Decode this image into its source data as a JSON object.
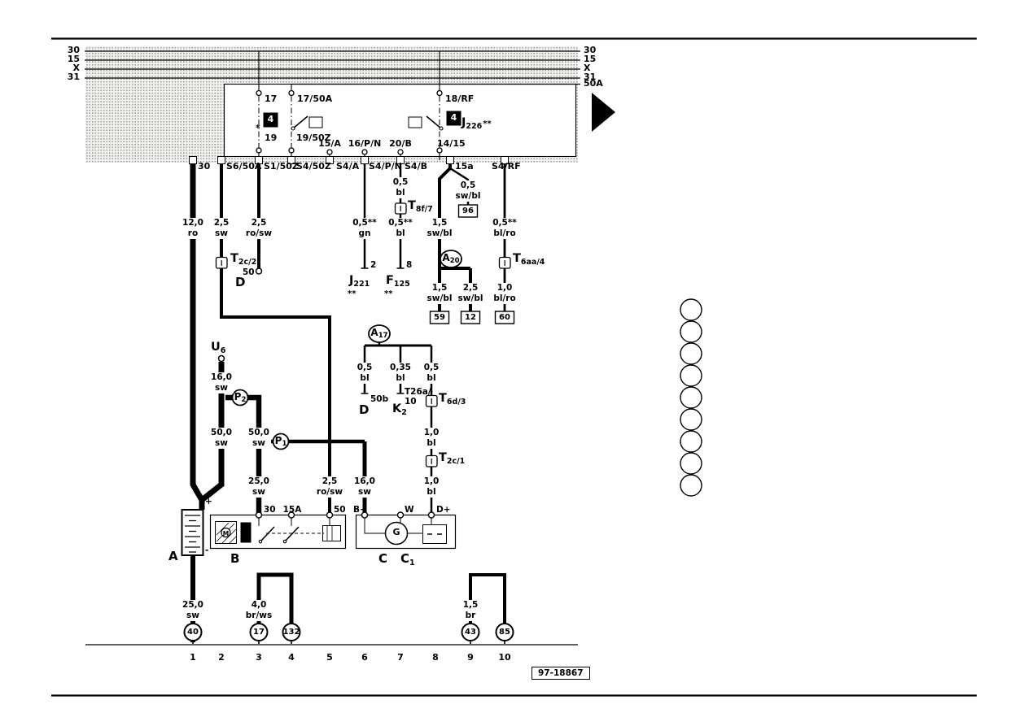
{
  "header": {
    "drawing_number": "97-18867"
  },
  "colors": {
    "ink": "#000000",
    "paper": "#ffffff"
  },
  "bus_left": [
    "30",
    "15",
    "X",
    "31"
  ],
  "bus_right": [
    "30",
    "15",
    "X",
    "31",
    "50A"
  ],
  "relay": {
    "t17": "17",
    "t17_50a": "17/50A",
    "t19": "19",
    "t19_50z": "19/50Z",
    "star": "*",
    "pos1": "4",
    "pos2": "4",
    "t15a": "15/A",
    "t16pn": "16/P/N",
    "t20b": "20/B",
    "t18rf": "18/RF",
    "t14_15": "14/15",
    "j226_main": "J",
    "j226_sub": "226",
    "j226_suffix": "**"
  },
  "terminals": [
    "30",
    "S6/50A",
    "S1/50Z",
    "S4/50Z",
    "S4/A",
    "S4/P/N",
    "S4/B",
    "15a",
    "S4/RF"
  ],
  "wire_labels": {
    "batt_feed": "12,0\nro",
    "s6_out": "2,5\nsw",
    "s1_out": "2,5\nro/sw",
    "j221_wire": "0,5**\ngn",
    "t8f_in": "0,5\nbl",
    "f125_wire": "0,5**\nbl",
    "conn96_wire": "0,5\nsw/bl",
    "a20_in": "1,5\nsw/bl",
    "conn59_wire": "1,5\nsw/bl",
    "conn12_wire": "2,5\nsw/bl",
    "t6aa_in": "0,5**\nbl/ro",
    "conn60_wire": "1,0\nbl/ro",
    "u6_out": "16,0\nsw",
    "batt_main": "50,0\nsw",
    "starter_feed_upper": "50,0\nsw",
    "starter_feed_lower": "25,0\nsw",
    "starter_50": "2,5\nro/sw",
    "gen_bplus": "16,0\nsw",
    "a17_d50b": "0,5\nbl",
    "a17_k2": "0,35\nbl",
    "a17_t6d": "0,5\nbl",
    "dplus_mid": "1,0\nbl",
    "dplus_low": "1,0\nbl",
    "batt_gnd": "25,0\nsw",
    "strap_engine": "4,0\nbr/ws",
    "strap_gen": "1,5\nbr"
  },
  "components": {
    "t2c2_main": "T",
    "t2c2_sub": "2c/2",
    "d_pin50": "50",
    "d_ign": "D",
    "j221_main": "J",
    "j221_sub": "221",
    "j221_suffix": "**",
    "j221_pin": "2",
    "f125_main": "F",
    "f125_sub": "125",
    "f125_suffix": "**",
    "f125_pin": "8",
    "t8f7_main": "T",
    "t8f7_sub": "8f/7",
    "a20_main": "A",
    "a20_sub": "20",
    "t6aa4_main": "T",
    "t6aa4_sub": "6aa/4",
    "a17_main": "A",
    "a17_sub": "17",
    "d_pin50b": "50b",
    "d_ign2": "D",
    "k2_conn": "T26a/\n10",
    "k2_main": "K",
    "k2_sub": "2",
    "t6d3_main": "T",
    "t6d3_sub": "6d/3",
    "t2c1_main": "T",
    "t2c1_sub": "2c/1",
    "u6_main": "U",
    "u6_sub": "6",
    "p2_main": "P",
    "p2_sub": "2",
    "p1_main": "P",
    "p1_sub": "1",
    "battery": "A",
    "starter": "B",
    "generator": "C",
    "regulator_main": "C",
    "regulator_sub": "1"
  },
  "battery": {
    "plus": "+",
    "minus": "-"
  },
  "starter": {
    "t30": "30",
    "t15a": "15A",
    "t50": "50",
    "motor": "M"
  },
  "generator": {
    "bplus": "B+",
    "w": "W",
    "dplus": "D+",
    "g": "G"
  },
  "grounds": {
    "g40": "40",
    "g17": "17",
    "g132": "132",
    "g43": "43",
    "g85": "85"
  },
  "connections": {
    "c96": "96",
    "c59": "59",
    "c12": "12",
    "c60": "60"
  },
  "tracks": [
    "1",
    "2",
    "3",
    "4",
    "5",
    "6",
    "7",
    "8",
    "9",
    "10"
  ]
}
